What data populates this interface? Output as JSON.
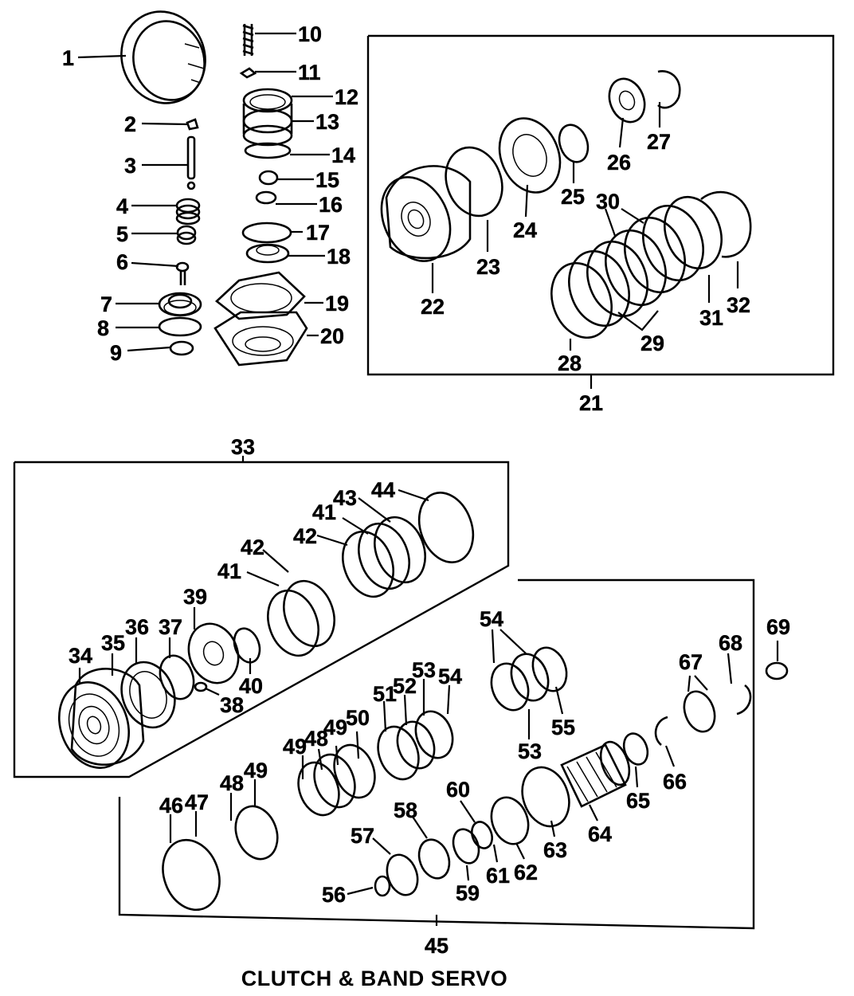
{
  "title": "CLUTCH & BAND SERVO",
  "callouts": [
    "1",
    "2",
    "3",
    "4",
    "5",
    "6",
    "7",
    "8",
    "9",
    "10",
    "11",
    "12",
    "13",
    "14",
    "15",
    "16",
    "17",
    "18",
    "19",
    "20",
    "21",
    "22",
    "23",
    "24",
    "25",
    "26",
    "27",
    "28",
    "29",
    "30",
    "31",
    "32",
    "33",
    "34",
    "35",
    "36",
    "37",
    "38",
    "39",
    "40",
    "41",
    "42",
    "43",
    "44",
    "45",
    "46",
    "47",
    "48",
    "49",
    "50",
    "51",
    "52",
    "53",
    "54",
    "55",
    "56",
    "57",
    "58",
    "59",
    "60",
    "61",
    "62",
    "63",
    "64",
    "65",
    "66",
    "67",
    "68",
    "69"
  ],
  "callouts_extra": [
    "30",
    "29",
    "42",
    "41",
    "54",
    "53",
    "49",
    "48",
    "49",
    "67"
  ]
}
